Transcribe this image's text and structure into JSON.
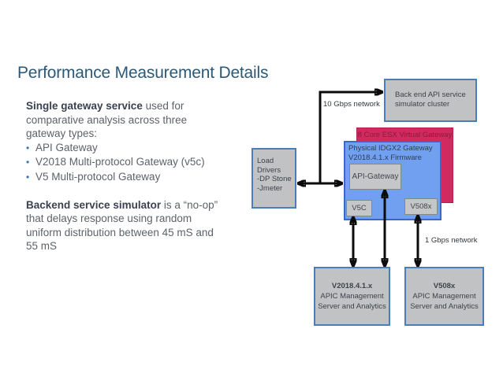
{
  "slide": {
    "title": "Performance Measurement Details"
  },
  "body": {
    "p1_line1_bold": "Single gateway service",
    "p1_line1_rest": " used for",
    "p1_line2": "comparative analysis across three",
    "p1_line3": "gateway types:",
    "bullets": [
      "API Gateway",
      "V2018 Multi-protocol Gateway (v5c)",
      "V5 Multi-protocol Gateway"
    ],
    "p2_line1_bold": "Backend service simulator",
    "p2_line1_rest": " is a “no-op”",
    "p2_line2": "that delays response using random",
    "p2_line3": "uniform distribution between 45 mS and",
    "p2_line4": "55 mS"
  },
  "diagram": {
    "network_label_top": "10 Gbps network",
    "network_label_bottom": "1 Gbps network",
    "backend_box": {
      "line1": "Back end API service",
      "line2": "simulator cluster"
    },
    "load_box": {
      "line1": "Load",
      "line2": "Drivers",
      "line3": "-DP Stone",
      "line4": "-Jmeter"
    },
    "esx_box_title": "8 Core ESX Virtual Gateway",
    "physical_box": {
      "line1": "Physical IDGX2 Gateway",
      "line2": "V2018.4.1.x Firmware"
    },
    "api_gateway_label": "API-Gateway",
    "v5c_label": "V5C",
    "v508x_label": "V508x",
    "mgmt_left_box": {
      "line1": "V2018.4.1.x",
      "line2": "APIC Management",
      "line3": "Server and Analytics"
    },
    "mgmt_right_box": {
      "line1": "V508x",
      "line2": "APIC Management",
      "line3": "Server and Analytics"
    }
  },
  "colors": {
    "title_blue": "#2d5876",
    "bullet_blue": "#2e75b6",
    "box_border_blue": "#4a7ebb",
    "box_gray": "#c1c2c4",
    "gateway_blue_fill": "#72a0f0",
    "gateway_blue_border": "#3a67c9",
    "esx_red_fill": "#d22a60",
    "esx_red_text": "#871f35",
    "arrow_black": "#0b0b0b"
  }
}
